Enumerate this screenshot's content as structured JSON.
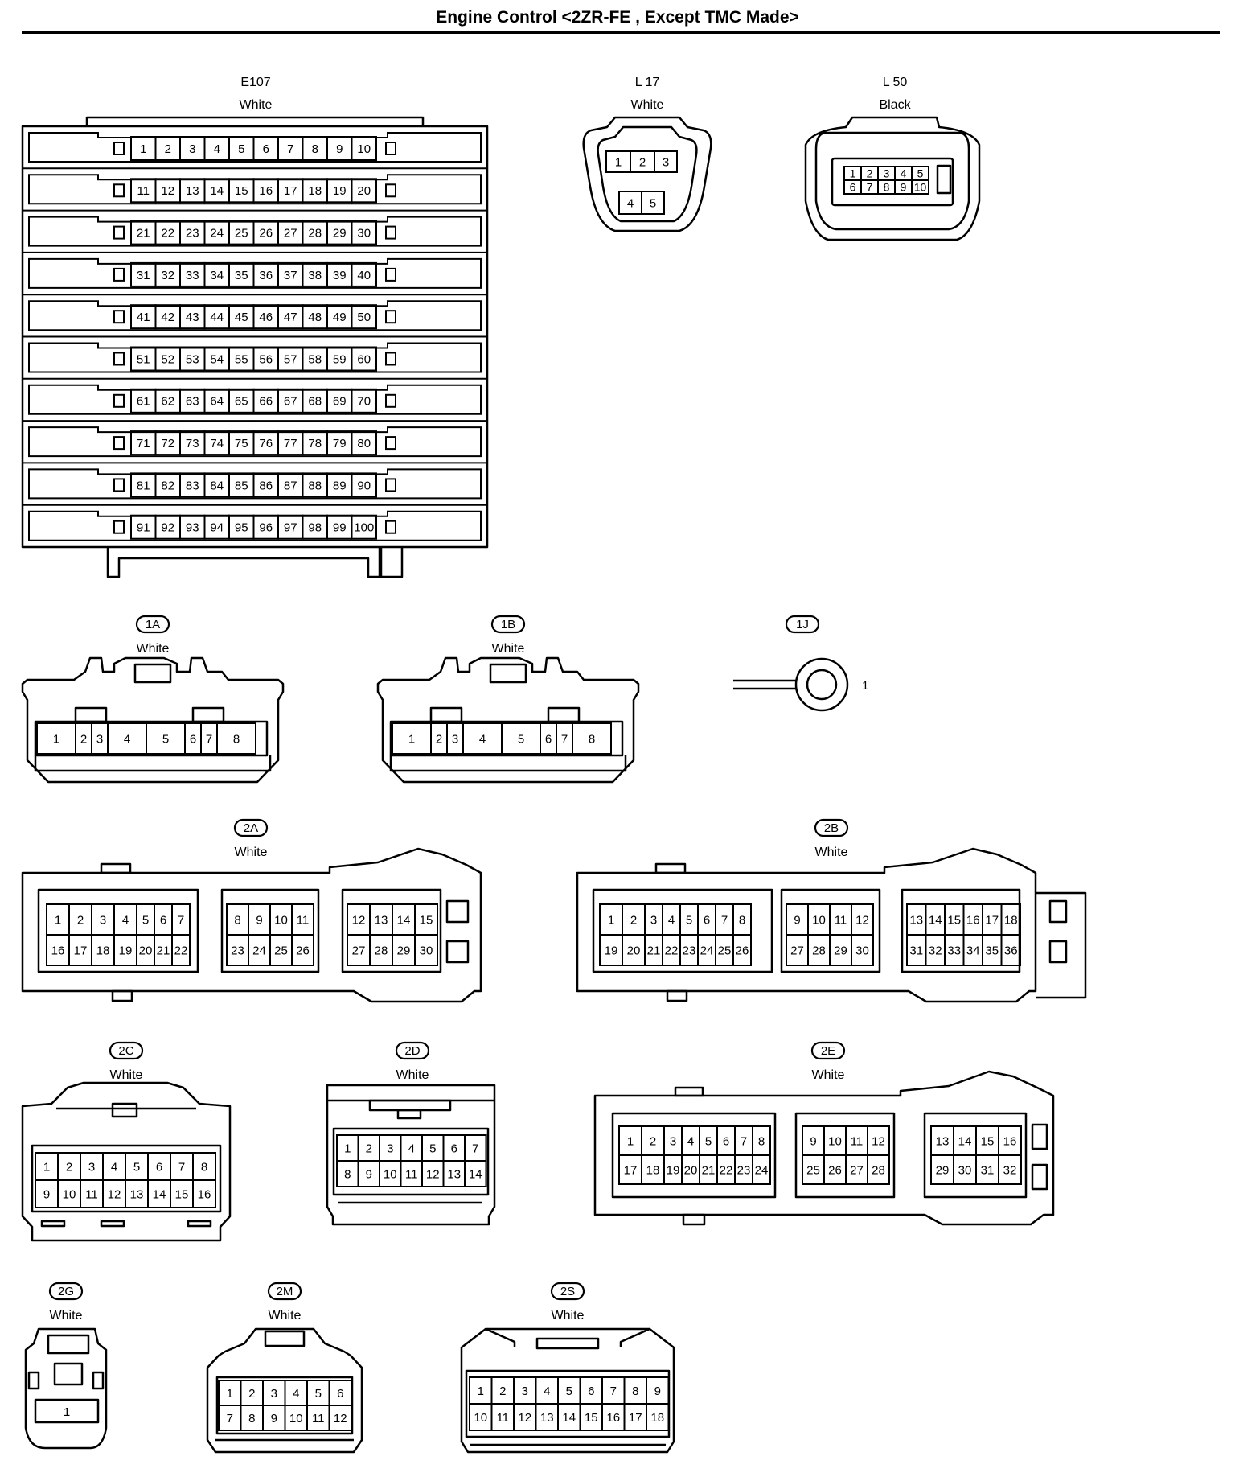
{
  "title": "Engine Control <2ZR-FE , Except TMC Made>",
  "connectors": [
    {
      "id": "E107",
      "color": "White",
      "badge": false
    },
    {
      "id": "L 17",
      "color": "White",
      "badge": false
    },
    {
      "id": "L 50",
      "color": "Black",
      "badge": false
    },
    {
      "id": "1A",
      "color": "White",
      "badge": true
    },
    {
      "id": "1B",
      "color": "White",
      "badge": true
    },
    {
      "id": "1J",
      "color": "",
      "badge": true,
      "pin_label": "1"
    },
    {
      "id": "2A",
      "color": "White",
      "badge": true
    },
    {
      "id": "2B",
      "color": "White",
      "badge": true
    },
    {
      "id": "2C",
      "color": "White",
      "badge": true
    },
    {
      "id": "2D",
      "color": "White",
      "badge": true
    },
    {
      "id": "2E",
      "color": "White",
      "badge": true
    },
    {
      "id": "2G",
      "color": "White",
      "badge": true
    },
    {
      "id": "2M",
      "color": "White",
      "badge": true
    },
    {
      "id": "2S",
      "color": "White",
      "badge": true
    }
  ]
}
